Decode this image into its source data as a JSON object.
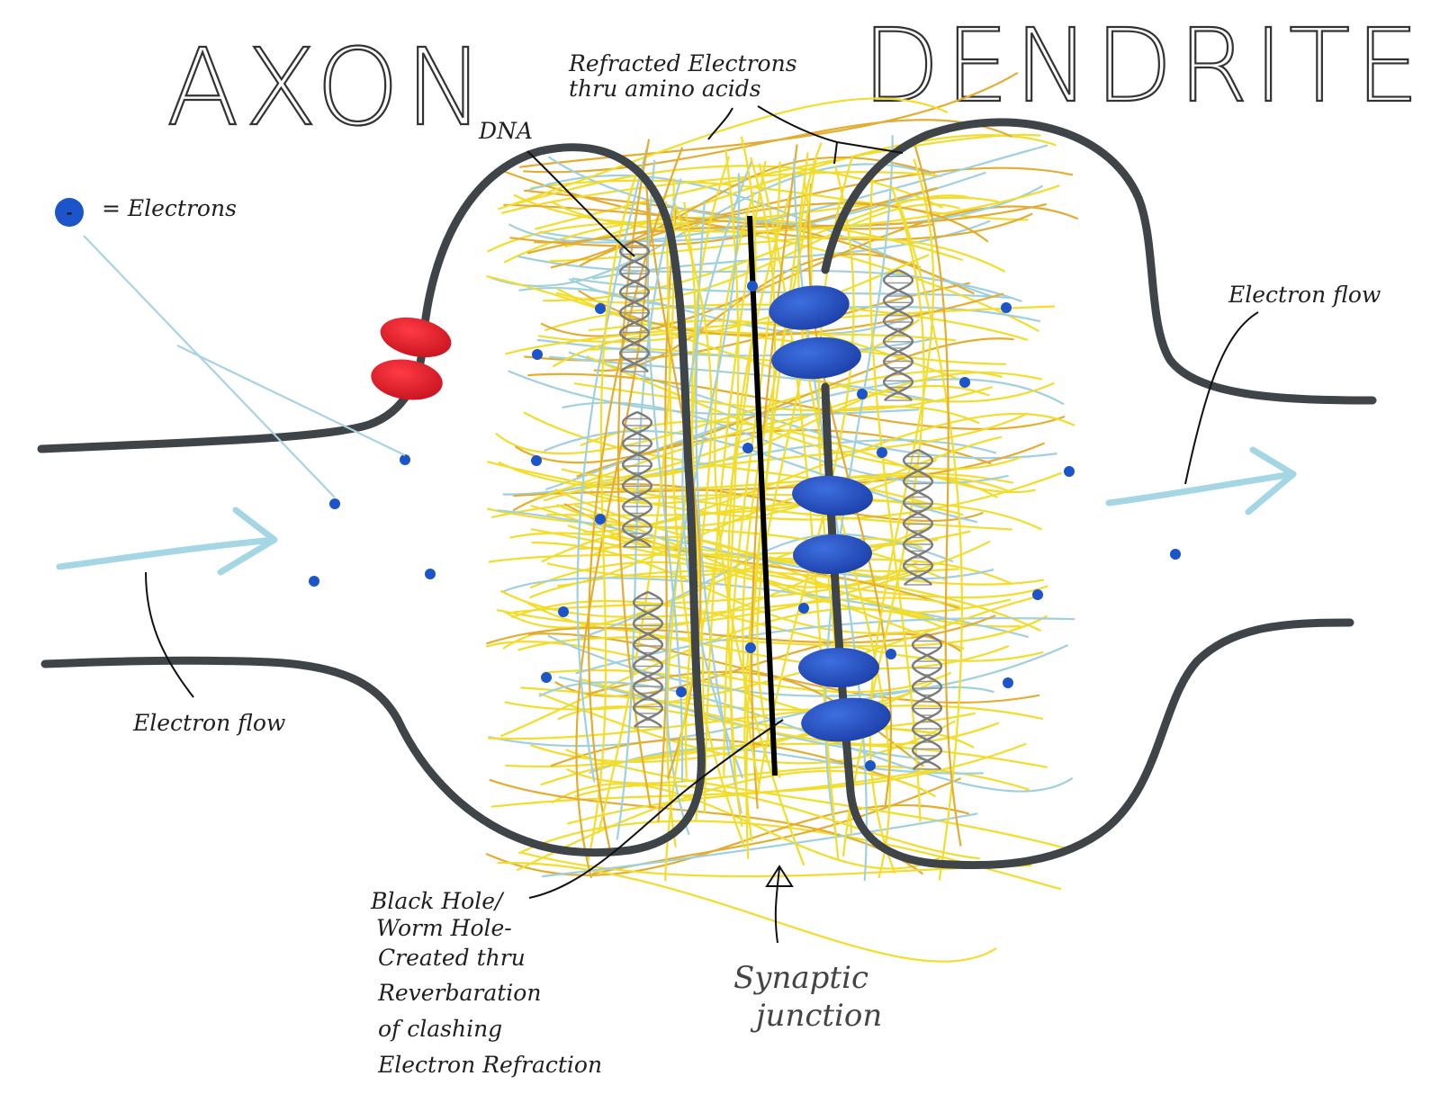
{
  "titles": {
    "axon": "AXON",
    "dendrite": "DENDRITE"
  },
  "labels": {
    "refracted_line1": "Refracted Electrons",
    "refracted_line2": "thru amino acids",
    "dna": "DNA",
    "legend_text": "= Electrons",
    "legend_symbol": "-",
    "electron_flow_left": "Electron flow",
    "electron_flow_right": "Electron flow",
    "black_hole": [
      "Black Hole/",
      "Worm Hole-",
      "Created thru",
      "Reverbaration",
      "of clashing",
      "Electron Refraction"
    ],
    "synaptic_line1": "Synaptic",
    "synaptic_line2": "junction"
  },
  "colors": {
    "membrane": "#3e4447",
    "electron": "#1b55c9",
    "receptor_blue": "#1f4fbf",
    "vesicle_red": "#e0202f",
    "flow_arrow": "#a4d6e4",
    "fiber_yellow": "#f2dc2c",
    "fiber_orange": "#e2ad32",
    "fiber_blue": "#9fd0dc"
  },
  "icons": {
    "electron": "blue-dot-minus",
    "dna": "double-helix",
    "flow": "arrow-right"
  }
}
